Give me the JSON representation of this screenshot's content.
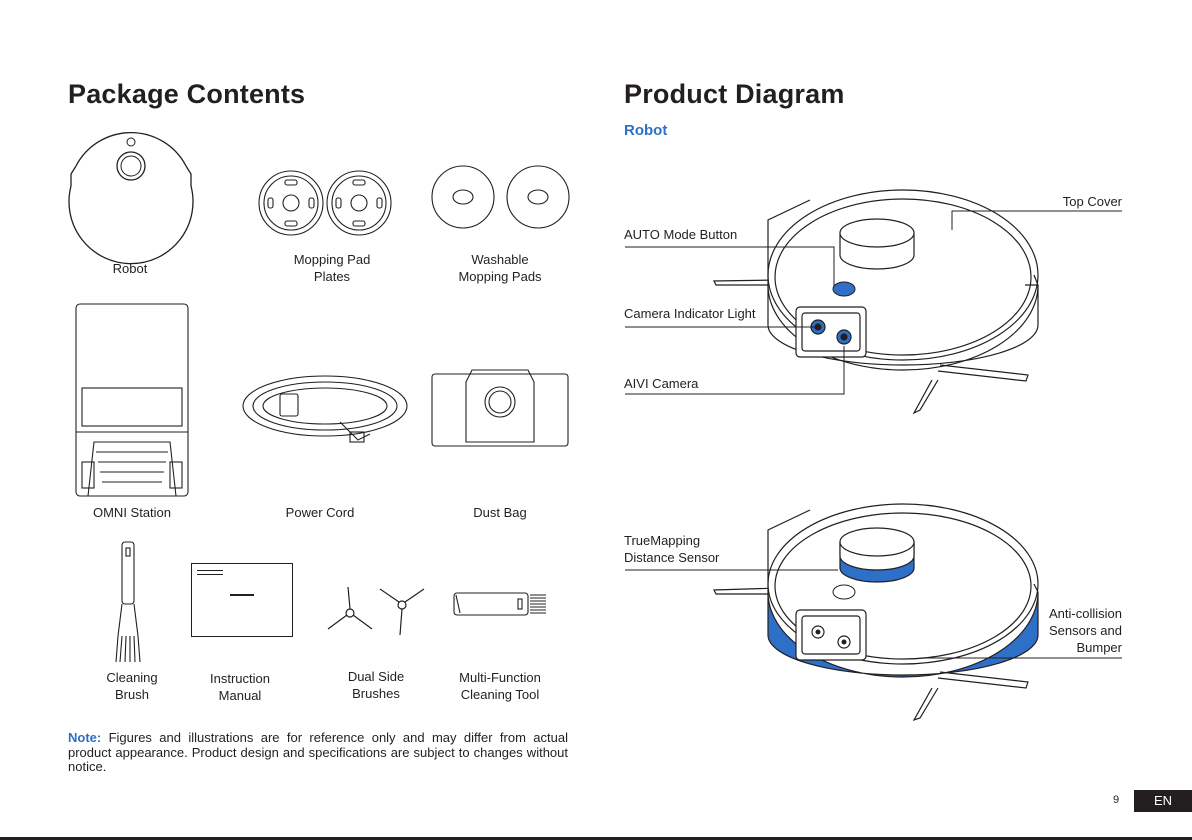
{
  "left": {
    "title": "Package Contents",
    "items": [
      {
        "label": "Robot"
      },
      {
        "label": "Mopping Pad\nPlates"
      },
      {
        "label": "Washable\nMopping Pads"
      },
      {
        "label": "OMNI Station"
      },
      {
        "label": "Power Cord"
      },
      {
        "label": "Dust Bag"
      },
      {
        "label": "Cleaning\nBrush"
      },
      {
        "label": "Instruction\nManual"
      },
      {
        "label": "Dual Side\nBrushes"
      },
      {
        "label": "Multi-Function\nCleaning Tool"
      }
    ],
    "note_prefix": "Note:",
    "note_text": " Figures and illustrations are for reference only and may differ from actual product appearance. Product design and specifications are subject to changes without notice."
  },
  "right": {
    "title": "Product Diagram",
    "subtitle": "Robot",
    "callouts_top": {
      "top_cover": "Top Cover",
      "auto_button": "AUTO Mode Button",
      "camera_light": "Camera Indicator Light",
      "aivi_camera": "AIVI Camera"
    },
    "callouts_bottom": {
      "truemapping": "TrueMapping\nDistance Sensor",
      "anticollision": "Anti-collision\nSensors and\nBumper"
    }
  },
  "footer": {
    "page_number": "9",
    "language": "EN"
  },
  "colors": {
    "accent": "#2e6fc7",
    "text": "#231f20"
  }
}
